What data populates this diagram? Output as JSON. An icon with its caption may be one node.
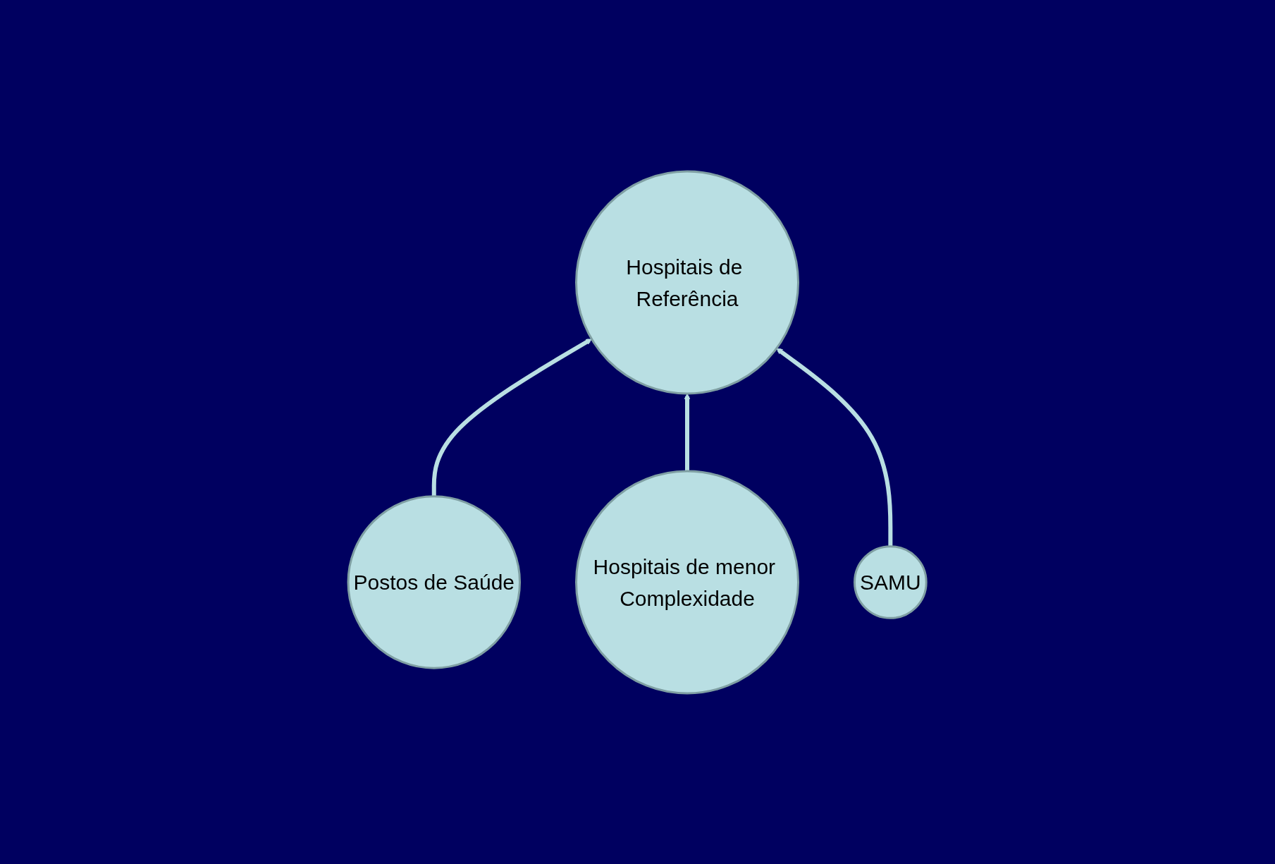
{
  "diagram": {
    "nodes": [
      {
        "text": [
          "Hospitais de Referência"
        ]
      },
      {
        "text": [
          "Postos de Saúde"
        ]
      },
      {
        "text": [
          "Hospitais de menor Complexidade"
        ]
      },
      {
        "text": [
          "SAMU"
        ]
      }
    ],
    "edges": [
      {
        "from": 1,
        "to": 0,
        "arrow": "to"
      },
      {
        "from": 2,
        "to": 0,
        "arrow": "to"
      },
      {
        "from": 3,
        "to": 0,
        "arrow": "to"
      }
    ]
  }
}
